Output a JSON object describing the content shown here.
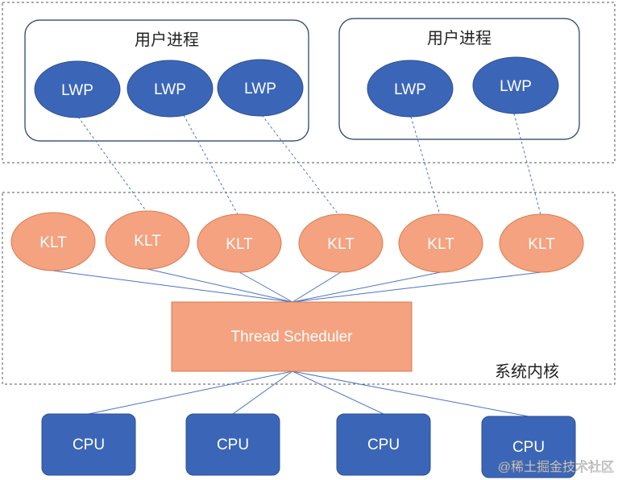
{
  "user_processes": [
    {
      "title": "用户进程",
      "lwps": [
        "LWP",
        "LWP",
        "LWP"
      ]
    },
    {
      "title": "用户进程",
      "lwps": [
        "LWP",
        "LWP"
      ]
    }
  ],
  "kernel": {
    "label": "系统内核",
    "klts": [
      "KLT",
      "KLT",
      "KLT",
      "KLT",
      "KLT",
      "KLT"
    ],
    "scheduler": "Thread Scheduler"
  },
  "cpus": [
    "CPU",
    "CPU",
    "CPU",
    "CPU"
  ],
  "watermark": "@稀土掘金技术社区",
  "colors": {
    "lwp_fill": "#3b66b8",
    "lwp_stroke": "#2c4f91",
    "klt_fill": "#f4a27f",
    "klt_stroke": "#d97c50",
    "scheduler_fill": "#f4a27f",
    "cpu_fill": "#3b66b8",
    "connector": "#4a74c4",
    "process_border": "#1f3864"
  }
}
